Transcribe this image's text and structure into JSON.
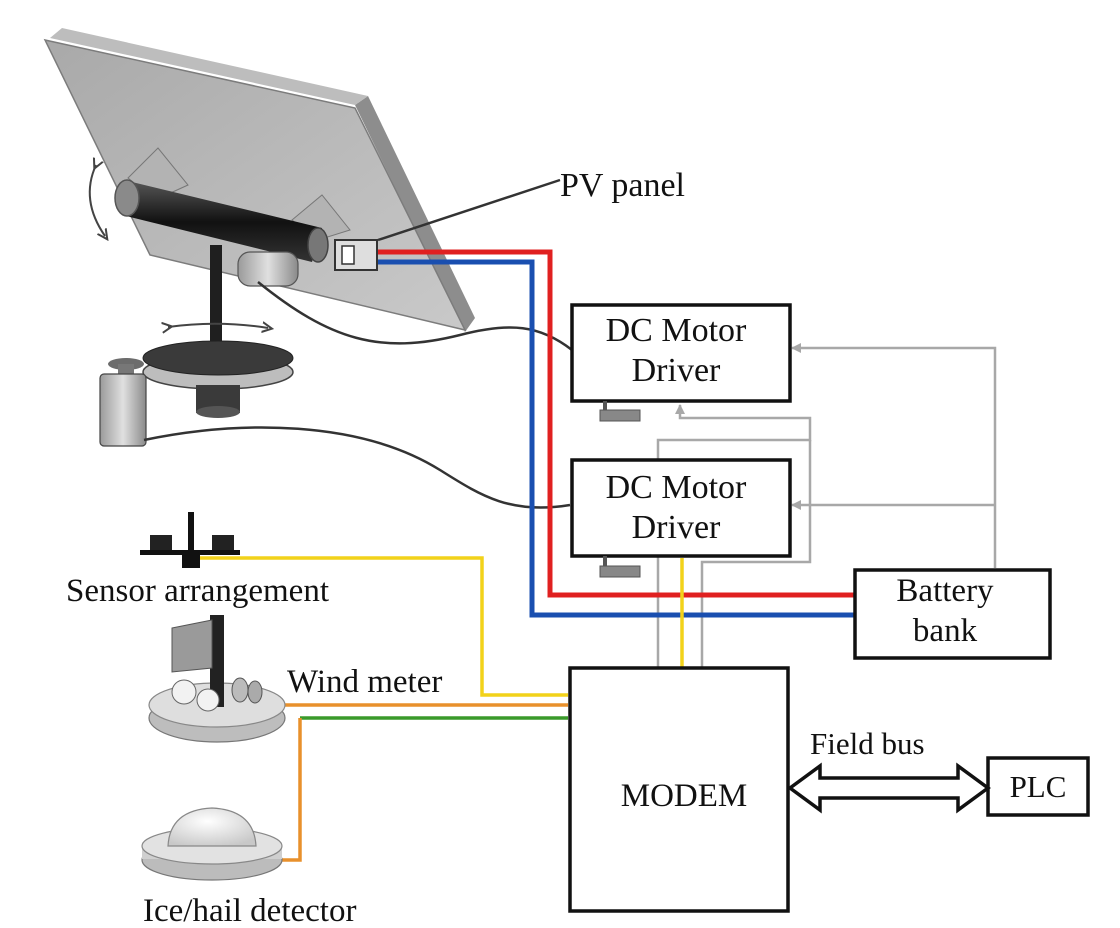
{
  "labels": {
    "pv_panel": "PV panel",
    "sensor": "Sensor arrangement",
    "wind": "Wind meter",
    "ice": "Ice/hail detector",
    "field_bus": "Field bus"
  },
  "boxes": {
    "driver1_line1": "DC Motor",
    "driver1_line2": "Driver",
    "driver2_line1": "DC Motor",
    "driver2_line2": "Driver",
    "battery_line1": "Battery",
    "battery_line2": "bank",
    "modem": "MODEM",
    "plc": "PLC"
  },
  "colors": {
    "power_positive": "#e02020",
    "power_negative": "#1a4fb0",
    "sensor_signal": "#f2d21a",
    "wind_signal": "#e8902c",
    "ice_signal": "#3a9a2a",
    "control_lines": "#a8a8a8"
  }
}
